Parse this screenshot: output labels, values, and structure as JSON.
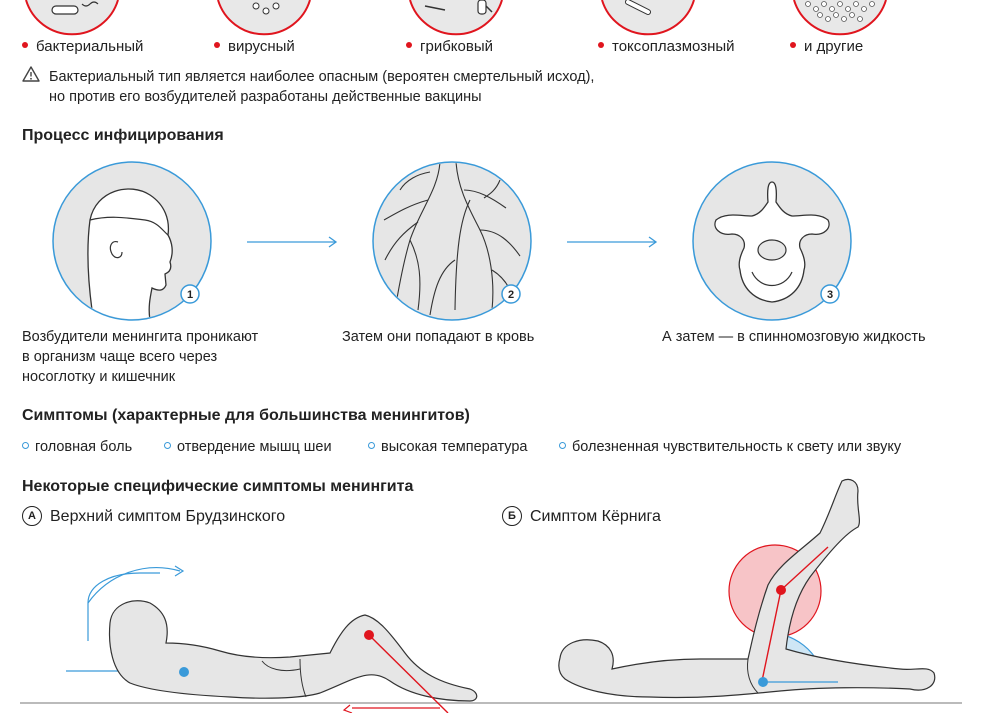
{
  "pathogen_types": [
    {
      "label": "бактериальный"
    },
    {
      "label": "вирусный"
    },
    {
      "label": "грибковый"
    },
    {
      "label": "токсоплазмозный"
    },
    {
      "label": "и другие"
    }
  ],
  "warning": {
    "icon": "warning-triangle-icon",
    "line1": "Бактериальный тип является наиболее опасным (вероятен смертельный исход),",
    "line2": "но против его возбудителей разработаны действенные вакцины"
  },
  "infection": {
    "title": "Процесс инфицирования",
    "steps": [
      {
        "num": "1",
        "lines": [
          "Возбудители менингита проникают",
          "в организм чаще всего через",
          "носоглотку и кишечник"
        ]
      },
      {
        "num": "2",
        "lines": [
          "Затем они попадают в кровь"
        ]
      },
      {
        "num": "3",
        "lines": [
          "А затем — в спинномозговую жидкость"
        ]
      }
    ]
  },
  "symptoms": {
    "title": "Симптомы (характерные для большинства менингитов)",
    "items": [
      "головная боль",
      "отвердение мышц шеи",
      "высокая температура",
      "болезненная чувствительность к свету или звуку"
    ]
  },
  "specific": {
    "title": "Некоторые специфические симптомы менингита",
    "a": {
      "badge": "А",
      "label": "Верхний симптом Брудзинского"
    },
    "b": {
      "badge": "Б",
      "label": "Симптом Кёрнига"
    }
  },
  "colors": {
    "accent_red": "#e0151e",
    "accent_blue": "#3a9ad9",
    "fill_gray": "#e6e6e6"
  }
}
